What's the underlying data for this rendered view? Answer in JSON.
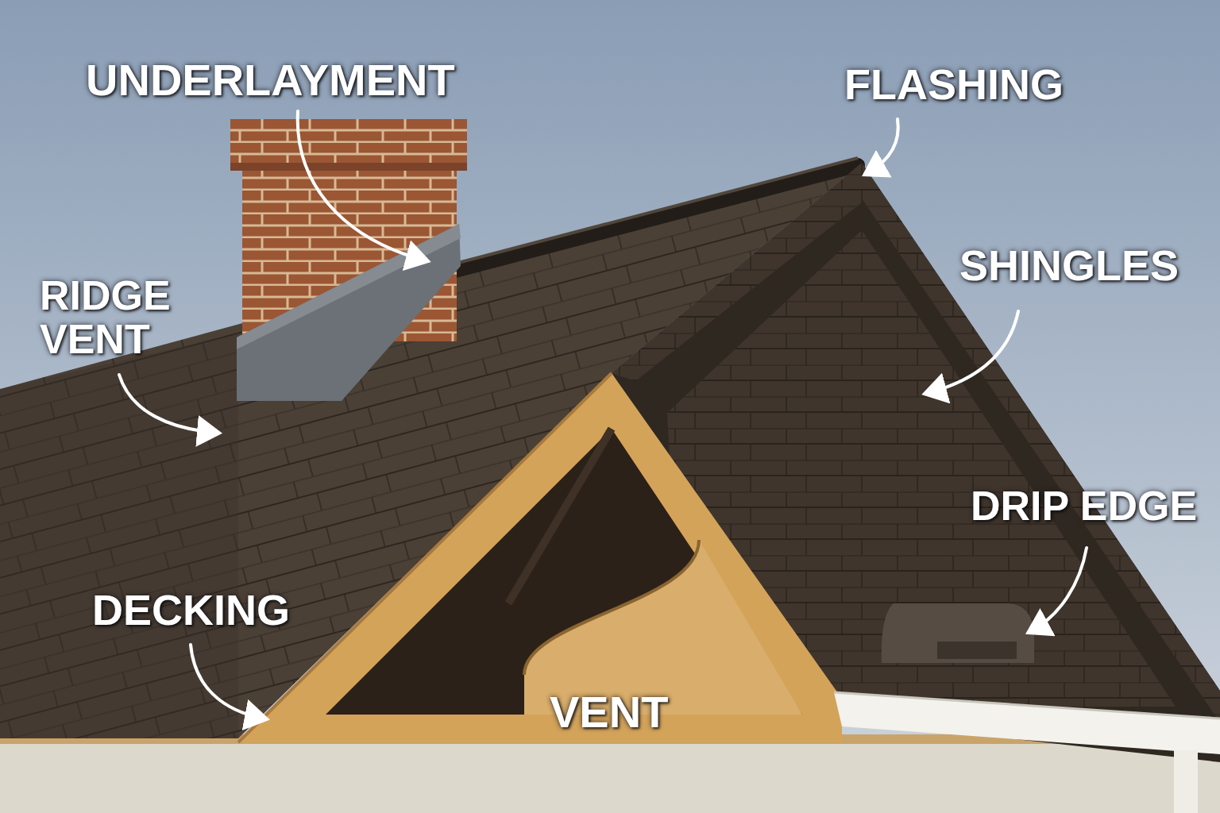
{
  "diagram": {
    "labels": [
      "UNDERLAYMENT",
      "FLASHING",
      "RIDGE VENT",
      "SHINGLES",
      "DRIP EDGE",
      "DECKING",
      "VENT"
    ]
  }
}
